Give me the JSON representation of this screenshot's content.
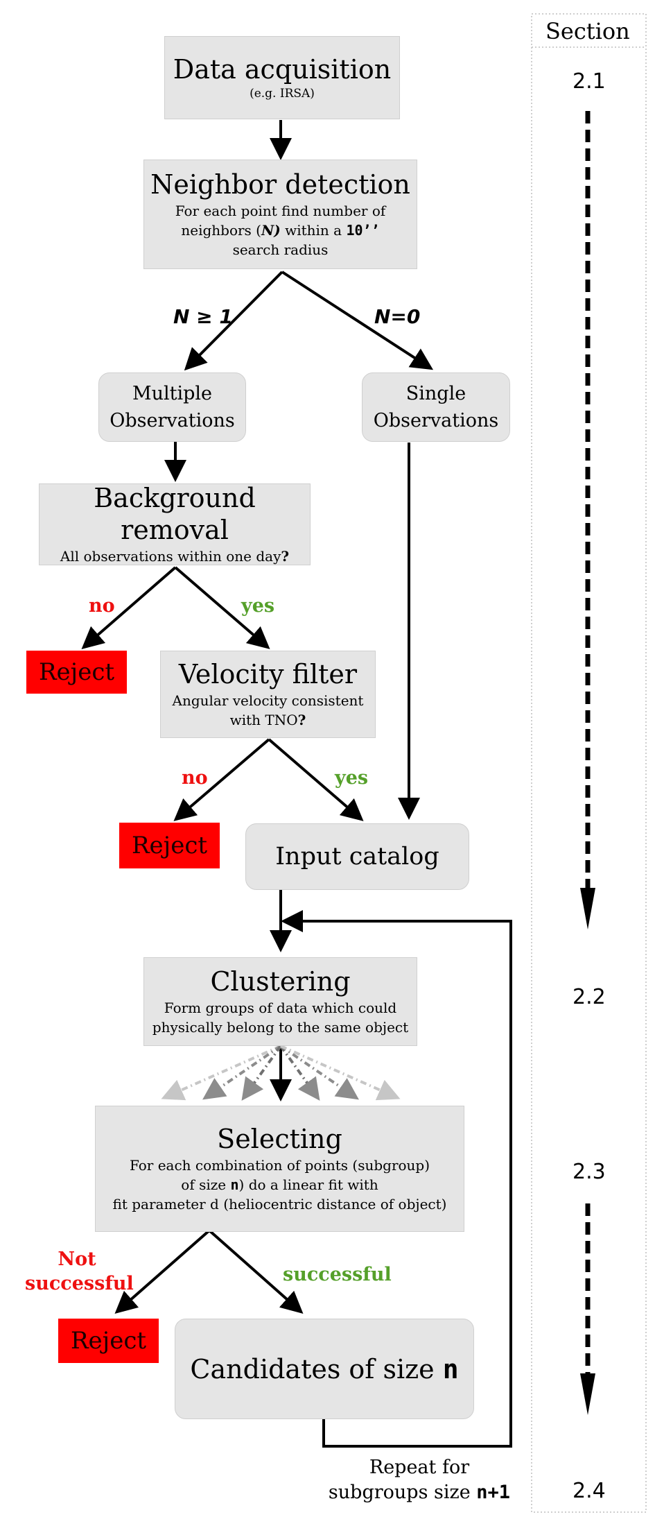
{
  "section_header": "Section",
  "sections": {
    "s1": "2.1",
    "s2": "2.2",
    "s3": "2.3",
    "s4": "2.4"
  },
  "data_acquisition": {
    "title": "Data acquisition",
    "subtitle": "(e.g. IRSA)"
  },
  "neighbor_detection": {
    "title": "Neighbor detection",
    "line1": "For each point find number of",
    "line2_pre": "neighbors (",
    "line2_var": "N)",
    "line2_post": " within a ",
    "line2_value": "10’’",
    "line3": "search radius"
  },
  "branch_labels": {
    "multiple_cond": "N ≥ 1",
    "single_cond": "N=0"
  },
  "multiple_obs": {
    "line1": "Multiple",
    "line2": "Observations"
  },
  "single_obs": {
    "line1": "Single",
    "line2": "Observations"
  },
  "background_removal": {
    "title": "Background removal",
    "subtitle": "All observations within one day",
    "q": "?"
  },
  "velocity_filter": {
    "title": "Velocity filter",
    "line1": "Angular velocity consistent",
    "line2": "with TNO",
    "q": "?"
  },
  "decision_labels": {
    "no": "no",
    "yes": "yes",
    "not_successful_1": "Not",
    "not_successful_2": "successful",
    "successful": "successful"
  },
  "reject_label": "Reject",
  "input_catalog": "Input catalog",
  "clustering": {
    "title": "Clustering",
    "line1": "Form groups of data which could",
    "line2": "physically belong to the same object"
  },
  "selecting": {
    "title": "Selecting",
    "line1": "For each combination of points (subgroup)",
    "line2_pre": "of size ",
    "line2_var": "n",
    "line2_post": ") do a linear fit with",
    "line3": "fit parameter d (heliocentric distance of object)"
  },
  "candidates": {
    "pre": "Candidates of size ",
    "var": "n"
  },
  "repeat": {
    "line1": "Repeat for",
    "line2_pre": "subgroups size ",
    "line2_var": "n+1"
  }
}
